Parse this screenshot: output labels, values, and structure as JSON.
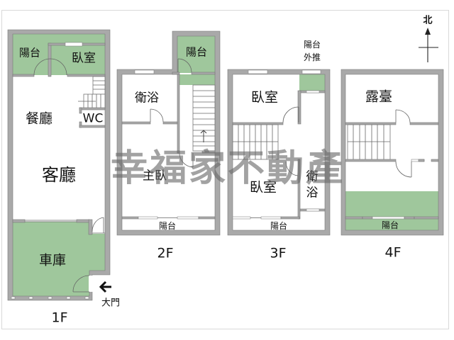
{
  "watermark": "幸福家不動產",
  "compass": {
    "north_label": "北",
    "icon": "north-arrow-icon"
  },
  "colors": {
    "balcony_green": "#9fc79c",
    "wall_gray": "#a9a9a9",
    "frame": "#d9d9d9"
  },
  "floors": {
    "f1": {
      "label": "1F",
      "rooms": {
        "balcony": "陽台",
        "bedroom": "臥室",
        "dining": "餐廳",
        "wc": "WC",
        "living": "客廳",
        "garage": "車庫"
      },
      "entrance": {
        "icon": "arrow-left-icon",
        "label": "大門"
      }
    },
    "f2": {
      "label": "2F",
      "rooms": {
        "balcony_top": "陽台",
        "bathroom": "衛浴",
        "master_bedroom": "主臥",
        "balcony": "陽台"
      }
    },
    "f3": {
      "label": "3F",
      "note": [
        "陽台",
        "外推"
      ],
      "rooms": {
        "bedroom_front": "臥室",
        "bedroom_rear": "臥室",
        "bathroom": [
          "衛",
          "浴"
        ],
        "balcony": "陽台"
      }
    },
    "f4": {
      "label": "4F",
      "rooms": {
        "terrace": "露臺",
        "balcony": "陽台"
      }
    }
  }
}
